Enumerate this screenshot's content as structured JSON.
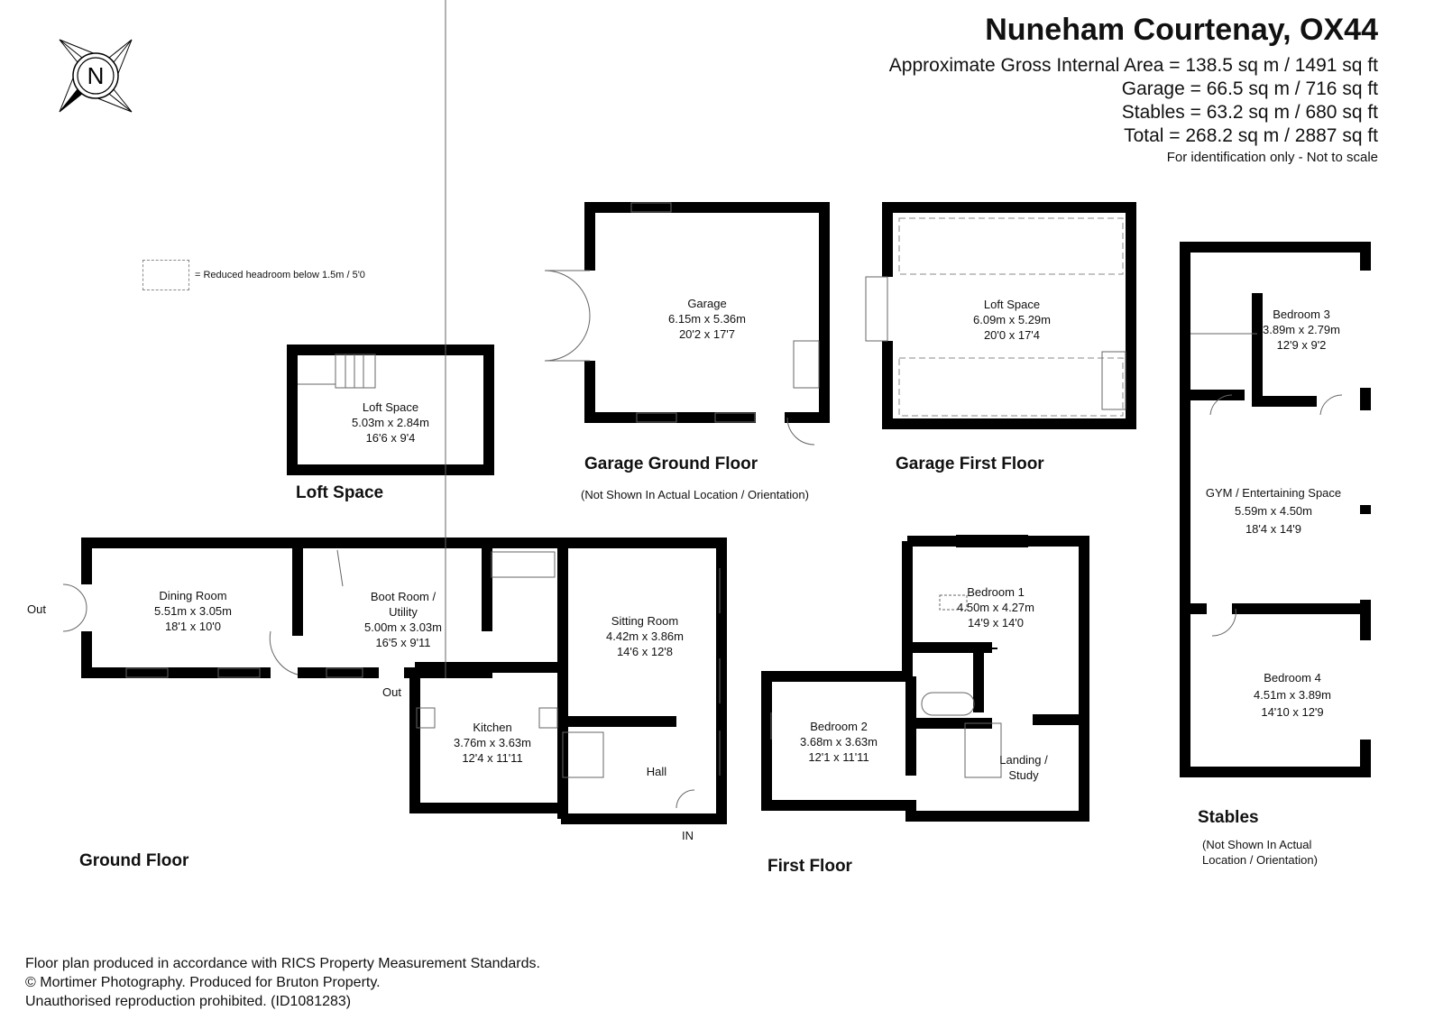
{
  "header": {
    "title": "Nuneham Courtenay, OX44",
    "areas": [
      "Approximate Gross Internal Area = 138.5 sq m / 1491 sq ft",
      "Garage = 66.5 sq m / 716 sq ft",
      "Stables = 63.2 sq m / 680 sq ft",
      "Total = 268.2 sq m / 2887 sq ft"
    ],
    "note": "For identification only - Not to scale"
  },
  "compass": {
    "letter": "N",
    "icon": "north-compass-icon"
  },
  "legend": {
    "text": "= Reduced headroom below 1.5m / 5'0"
  },
  "floors": {
    "loft": {
      "label": "Loft Space"
    },
    "garage_ground": {
      "label": "Garage Ground Floor",
      "note": "(Not Shown In Actual Location / Orientation)"
    },
    "garage_first": {
      "label": "Garage First Floor"
    },
    "ground": {
      "label": "Ground Floor"
    },
    "first": {
      "label": "First Floor"
    },
    "stables": {
      "label": "Stables",
      "note_line1": "(Not Shown In Actual",
      "note_line2": "Location / Orientation)"
    }
  },
  "rooms": {
    "loft_space": {
      "name": "Loft Space",
      "metric": "5.03m x 2.84m",
      "imperial": "16'6 x 9'4"
    },
    "garage": {
      "name": "Garage",
      "metric": "6.15m x 5.36m",
      "imperial": "20'2 x 17'7"
    },
    "garage_loft": {
      "name": "Loft Space",
      "metric": "6.09m x 5.29m",
      "imperial": "20'0 x 17'4"
    },
    "bedroom3": {
      "name": "Bedroom 3",
      "metric": "3.89m x 2.79m",
      "imperial": "12'9 x 9'2"
    },
    "gym": {
      "name": "GYM  / Entertaining Space",
      "metric": "5.59m x 4.50m",
      "imperial": "18'4 x 14'9"
    },
    "bedroom4": {
      "name": "Bedroom 4",
      "metric": "4.51m x 3.89m",
      "imperial": "14'10 x 12'9"
    },
    "dining": {
      "name": "Dining Room",
      "metric": "5.51m x 3.05m",
      "imperial": "18'1 x 10'0"
    },
    "boot": {
      "name": "Boot Room /",
      "name2": "Utility",
      "metric": "5.00m x 3.03m",
      "imperial": "16'5 x 9'11"
    },
    "sitting": {
      "name": "Sitting Room",
      "metric": "4.42m x 3.86m",
      "imperial": "14'6 x 12'8"
    },
    "kitchen": {
      "name": "Kitchen",
      "metric": "3.76m x 3.63m",
      "imperial": "12'4 x 11'11"
    },
    "hall": {
      "name": "Hall"
    },
    "bedroom1": {
      "name": "Bedroom 1",
      "metric": "4.50m x 4.27m",
      "imperial": "14'9 x 14'0"
    },
    "bedroom2": {
      "name": "Bedroom 2",
      "metric": "3.68m x 3.63m",
      "imperial": "12'1 x 11'11"
    },
    "landing": {
      "name": "Landing /",
      "name2": "Study"
    }
  },
  "markers": {
    "out_dining": "Out",
    "out_boot": "Out",
    "in_hall": "IN"
  },
  "footer": {
    "line1": "Floor plan produced in accordance with RICS Property Measurement Standards.",
    "line2": "© Mortimer Photography. Produced for Bruton Property.",
    "line3": "Unauthorised reproduction prohibited. (ID1081283)"
  }
}
